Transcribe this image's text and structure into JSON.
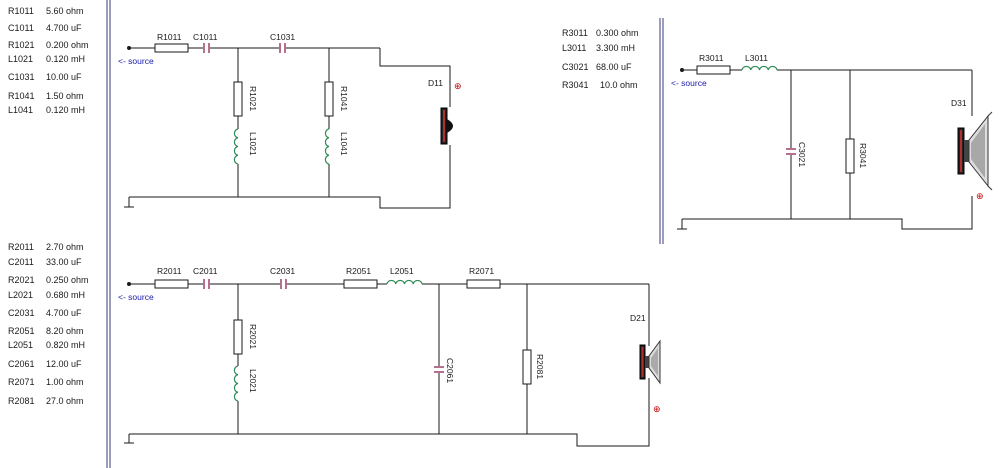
{
  "parts_list_1": [
    {
      "name": "R1011",
      "value": "5.60 ohm"
    },
    {
      "name": "C1011",
      "value": "4.700 uF"
    },
    {
      "name": "R1021",
      "value": "0.200 ohm"
    },
    {
      "name": "L1021",
      "value": "0.120 mH"
    },
    {
      "name": "C1031",
      "value": "10.00 uF"
    },
    {
      "name": "R1041",
      "value": "1.50 ohm"
    },
    {
      "name": "L1041",
      "value": "0.120 mH"
    }
  ],
  "parts_list_2": [
    {
      "name": "R2011",
      "value": "2.70 ohm"
    },
    {
      "name": "C2011",
      "value": "33.00 uF"
    },
    {
      "name": "R2021",
      "value": "0.250 ohm"
    },
    {
      "name": "L2021",
      "value": "0.680 mH"
    },
    {
      "name": "C2031",
      "value": "4.700 uF"
    },
    {
      "name": "R2051",
      "value": "8.20 ohm"
    },
    {
      "name": "L2051",
      "value": "0.820 mH"
    },
    {
      "name": "C2061",
      "value": "12.00 uF"
    },
    {
      "name": "R2071",
      "value": "1.00 ohm"
    },
    {
      "name": "R2081",
      "value": "27.0 ohm"
    }
  ],
  "parts_list_3": [
    {
      "name": "R3011",
      "value": "0.300 ohm"
    },
    {
      "name": "L3011",
      "value": "3.300 mH"
    },
    {
      "name": "C3021",
      "value": "68.00 uF"
    },
    {
      "name": "R3041",
      "value": "10.0 ohm"
    }
  ],
  "source_label": "<- source",
  "plus_sign": "⊕",
  "circuit1": {
    "R1011": "R1011",
    "C1011": "C1011",
    "C1031": "C1031",
    "R1021": "R1021",
    "L1021": "L1021",
    "R1041": "R1041",
    "L1041": "L1041",
    "D11": "D11"
  },
  "circuit2": {
    "R2011": "R2011",
    "C2011": "C2011",
    "C2031": "C2031",
    "R2051": "R2051",
    "L2051": "L2051",
    "R2071": "R2071",
    "R2021": "R2021",
    "L2021": "L2021",
    "C2061": "C2061",
    "R2081": "R2081",
    "D21": "D21"
  },
  "circuit3": {
    "R3011": "R3011",
    "L3011": "L3011",
    "C3021": "C3021",
    "R3041": "R3041",
    "D31": "D31"
  },
  "colors": {
    "wire": "#1a1a1a",
    "capacitor": "#8b2252",
    "inductor": "#2e8b57",
    "plus": "#c00000",
    "source_text": "#1a1aa8",
    "divider": "#3a3a7a"
  }
}
